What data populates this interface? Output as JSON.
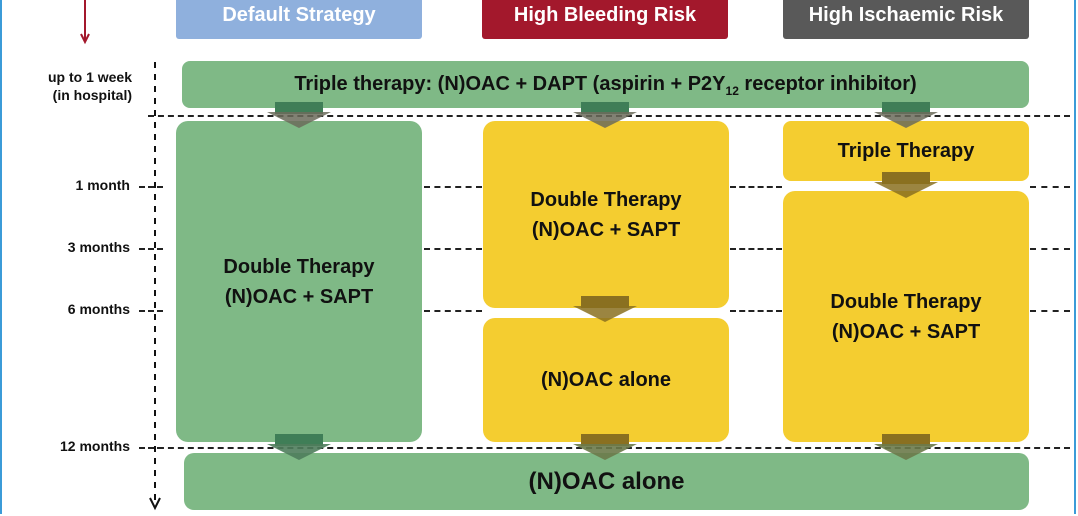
{
  "headers": {
    "default": "Default Strategy",
    "bleeding": "High Bleeding Risk",
    "ischaemic": "High Ischaemic Risk"
  },
  "timeline": {
    "week_line1": "up to 1 week",
    "week_line2": "(in hospital)",
    "month1": "1 month",
    "month3": "3 months",
    "month6": "6 months",
    "month12": "12 months"
  },
  "boxes": {
    "triple_top_pre": "Triple therapy: (N)OAC + DAPT (aspirin + P2Y",
    "triple_top_sub": "12",
    "triple_top_post": " receptor inhibitor)",
    "default_double_line1": "Double Therapy",
    "default_double_line2": "(N)OAC + SAPT",
    "bleed_double_line1": "Double Therapy",
    "bleed_double_line2": "(N)OAC + SAPT",
    "bleed_alone": "(N)OAC alone",
    "isch_triple": "Triple Therapy",
    "isch_double_line1": "Double Therapy",
    "isch_double_line2": "(N)OAC + SAPT",
    "bottom_alone": "(N)OAC  alone"
  },
  "colors": {
    "green": "#7fb986",
    "yellow": "#f4cd30",
    "header_default": "#8fb0dd",
    "header_bleeding": "#a3182c",
    "header_ischaemic": "#595959",
    "chevron_green": "#3f7e57",
    "chevron_olive": "#8a7020",
    "time_arrow": "#a3182c"
  }
}
